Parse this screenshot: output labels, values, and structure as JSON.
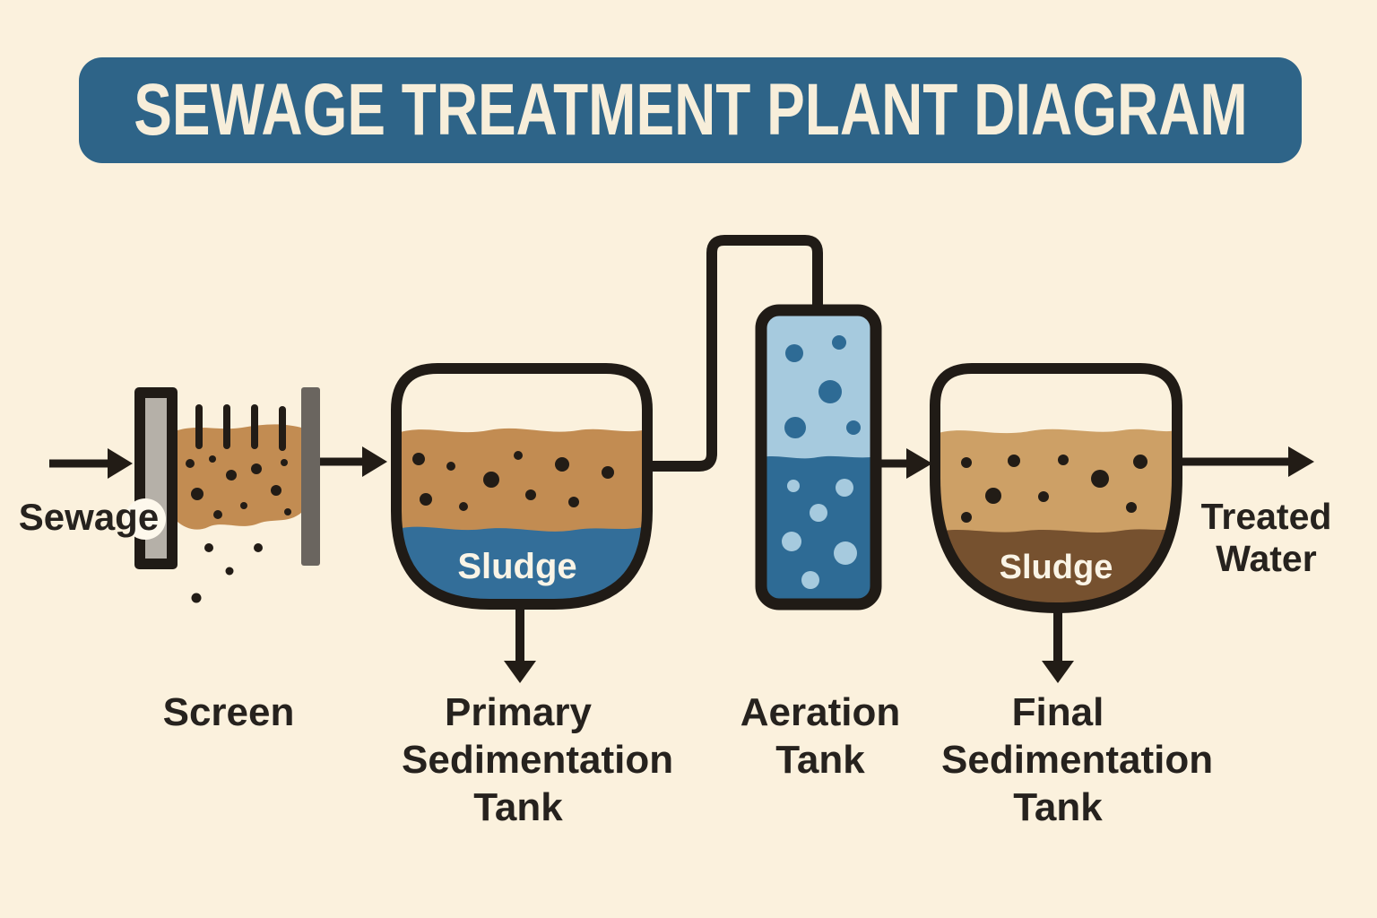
{
  "title": "SEWAGE TREATMENT PLANT DIAGRAM",
  "input_label": "Sewage",
  "output_label": {
    "line1": "Treated",
    "line2": "Water"
  },
  "stages": [
    {
      "label_lines": [
        "Screen"
      ]
    },
    {
      "label_lines": [
        "Primary",
        "Sedimentation",
        "Tank"
      ],
      "tank_text": "Sludge"
    },
    {
      "label_lines": [
        "Aeration",
        "Tank"
      ]
    },
    {
      "label_lines": [
        "Final",
        "Sedimentation",
        "Tank"
      ],
      "tank_text": "Sludge"
    }
  ],
  "colors": {
    "bg": "#FBF1DD",
    "outline": "#201B16",
    "banner-fill": "#2E6488",
    "banner-text": "#F7EEDA",
    "label-text": "#26221E",
    "screen-bar-fill": "#B5B0A8",
    "screen-bar-right": "#6A655F",
    "sewage-brown": "#C28C52",
    "particle": "#221C16",
    "sludge-blue": "#336E99",
    "aeration-light": "#A6CADE",
    "aeration-dark": "#2E6B95",
    "final-tan": "#CDA066",
    "final-brown": "#76512F",
    "tank-text": "#FAF4E6",
    "highlight-circle": "#FDF8EC"
  }
}
